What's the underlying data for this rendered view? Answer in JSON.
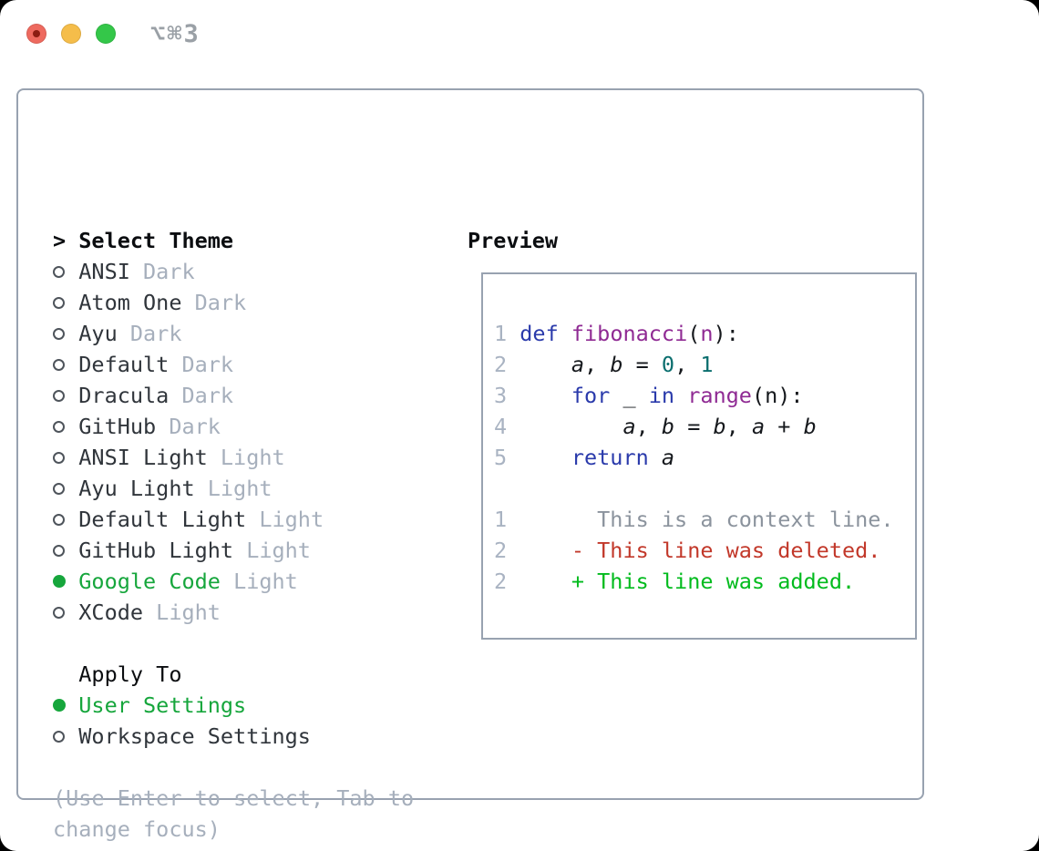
{
  "titlebar": {
    "shortcut_label": "⌥⌘3"
  },
  "colors": {
    "border": "#98a2b0",
    "heading": "#0b0d10",
    "name": "#30353b",
    "muted": "#a6afbc",
    "green": "#16a63c",
    "bullet-outline": "#4e545b",
    "lnum": "#a9b3c2",
    "code-plain": "#15181c",
    "kw": "#2a3aab",
    "fn": "#8f2a93",
    "numlit": "#0a6e6e",
    "ctx": "#8b939d",
    "del": "#c2382a",
    "add": "#01bb1d",
    "titlebar-text": "#9aa0a6",
    "dot-red": "#ee6a5f",
    "dot-red-core": "#8c1d12",
    "dot-yellow": "#f5bd4a",
    "dot-green": "#34c749"
  },
  "theme_panel": {
    "prompt": ">",
    "title": "Select Theme",
    "items": [
      {
        "name": "ANSI",
        "variant": "Dark",
        "selected": false
      },
      {
        "name": "Atom One",
        "variant": "Dark",
        "selected": false
      },
      {
        "name": "Ayu",
        "variant": "Dark",
        "selected": false
      },
      {
        "name": "Default",
        "variant": "Dark",
        "selected": false
      },
      {
        "name": "Dracula",
        "variant": "Dark",
        "selected": false
      },
      {
        "name": "GitHub",
        "variant": "Dark",
        "selected": false
      },
      {
        "name": "ANSI Light",
        "variant": "Light",
        "selected": false
      },
      {
        "name": "Ayu Light",
        "variant": "Light",
        "selected": false
      },
      {
        "name": "Default Light",
        "variant": "Light",
        "selected": false
      },
      {
        "name": "GitHub Light",
        "variant": "Light",
        "selected": false
      },
      {
        "name": "Google Code",
        "variant": "Light",
        "selected": true
      },
      {
        "name": "XCode",
        "variant": "Light",
        "selected": false
      }
    ]
  },
  "apply_panel": {
    "title": "Apply To",
    "options": [
      {
        "label": "User Settings",
        "selected": true
      },
      {
        "label": "Workspace Settings",
        "selected": false
      }
    ]
  },
  "help": {
    "lines": [
      "(Use Enter to select, Tab to",
      "change focus)"
    ]
  },
  "preview": {
    "title": "Preview",
    "code_lines": [
      {
        "num": "1",
        "indent": 0,
        "tokens": [
          {
            "t": "def",
            "c": "kw"
          },
          {
            "t": " ",
            "c": "pl"
          },
          {
            "t": "fibonacci",
            "c": "fn"
          },
          {
            "t": "(",
            "c": "pl"
          },
          {
            "t": "n",
            "c": "fn"
          },
          {
            "t": "):",
            "c": "pl"
          }
        ]
      },
      {
        "num": "2",
        "indent": 4,
        "tokens": [
          {
            "t": "a",
            "c": "var"
          },
          {
            "t": ", ",
            "c": "pl"
          },
          {
            "t": "b",
            "c": "var"
          },
          {
            "t": " = ",
            "c": "pl"
          },
          {
            "t": "0",
            "c": "num"
          },
          {
            "t": ", ",
            "c": "pl"
          },
          {
            "t": "1",
            "c": "num"
          }
        ]
      },
      {
        "num": "3",
        "indent": 4,
        "tokens": [
          {
            "t": "for",
            "c": "kw"
          },
          {
            "t": " _ ",
            "c": "pl"
          },
          {
            "t": "in",
            "c": "kw"
          },
          {
            "t": " ",
            "c": "pl"
          },
          {
            "t": "range",
            "c": "fn"
          },
          {
            "t": "(n):",
            "c": "pl"
          }
        ]
      },
      {
        "num": "4",
        "indent": 8,
        "tokens": [
          {
            "t": "a",
            "c": "var"
          },
          {
            "t": ", ",
            "c": "pl"
          },
          {
            "t": "b",
            "c": "var"
          },
          {
            "t": " = ",
            "c": "pl"
          },
          {
            "t": "b",
            "c": "var"
          },
          {
            "t": ", ",
            "c": "pl"
          },
          {
            "t": "a",
            "c": "var"
          },
          {
            "t": " + ",
            "c": "pl"
          },
          {
            "t": "b",
            "c": "var"
          }
        ]
      },
      {
        "num": "5",
        "indent": 4,
        "tokens": [
          {
            "t": "return",
            "c": "kw"
          },
          {
            "t": " ",
            "c": "pl"
          },
          {
            "t": "a",
            "c": "var"
          }
        ]
      }
    ],
    "diff_lines": [
      {
        "num": "1",
        "marker": " ",
        "text": "This is a context line.",
        "type": "context"
      },
      {
        "num": "2",
        "marker": "-",
        "text": "This line was deleted.",
        "type": "deleted"
      },
      {
        "num": "2",
        "marker": "+",
        "text": "This line was added.",
        "type": "added"
      }
    ]
  }
}
